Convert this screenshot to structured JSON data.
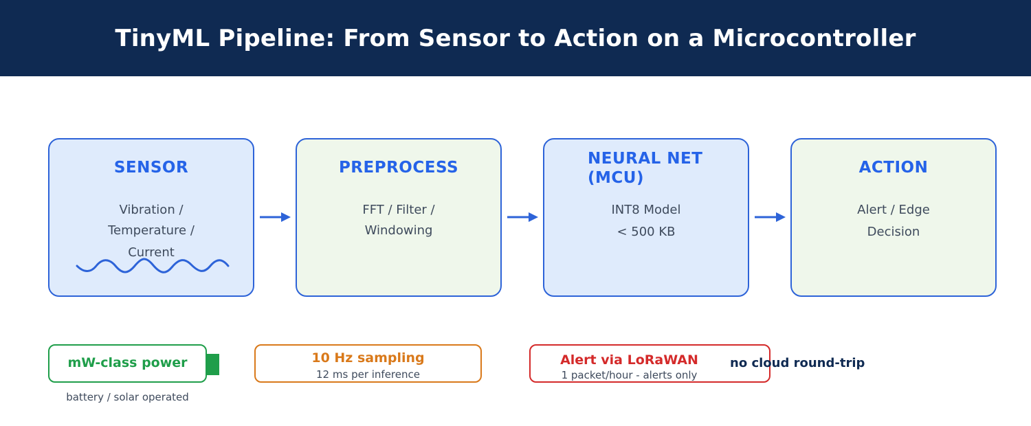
{
  "header": {
    "title": "TinyML Pipeline: From Sensor to Action on a Microcontroller"
  },
  "stages": [
    {
      "title": "SENSOR",
      "lines": [
        "Vibration /",
        "Temperature /",
        "Current"
      ],
      "icon": "sine-wave-icon"
    },
    {
      "title": "PREPROCESS",
      "lines": [
        "FFT / Filter /",
        "Windowing"
      ]
    },
    {
      "title_lines": [
        "NEURAL NET",
        "(MCU)"
      ],
      "lines": [
        "INT8 Model",
        "< 500 KB"
      ]
    },
    {
      "title": "ACTION",
      "lines": [
        "Alert / Edge",
        "Decision"
      ]
    }
  ],
  "footer": {
    "power": {
      "label": "mW-class power",
      "caption": "battery / solar operated",
      "icon": "battery-icon"
    },
    "sampling": {
      "label": "10 Hz sampling",
      "sub": "12 ms per inference"
    },
    "alert": {
      "label": "Alert via LoRaWAN",
      "sub": "1 packet/hour - alerts only"
    },
    "note": "no cloud round-trip"
  },
  "colors": {
    "header_bg": "#0f2a52",
    "stage_border": "#2d63d8",
    "stage_title": "#2563e8",
    "stage_blue_bg": "#dfebfc",
    "stage_green_bg": "#eff7eb",
    "power": "#1f9e4a",
    "sampling": "#d9791a",
    "alert": "#d42a2a"
  }
}
